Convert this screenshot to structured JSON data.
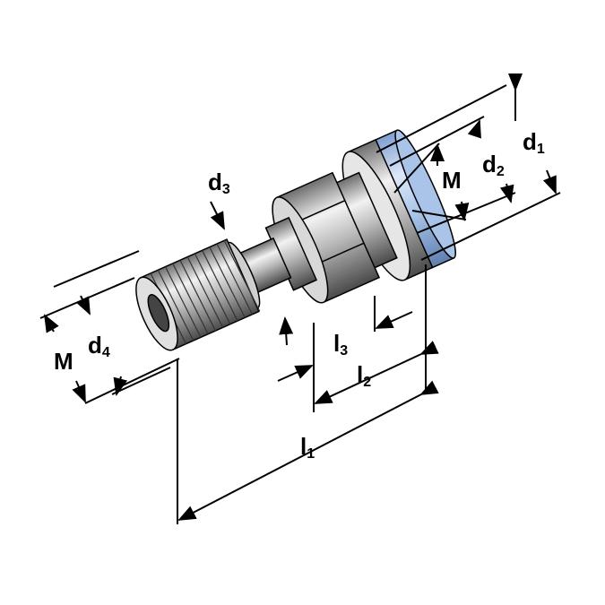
{
  "labels": {
    "d3": {
      "main": "d",
      "sub": "3"
    },
    "M_right": {
      "main": "M",
      "sub": ""
    },
    "d2": {
      "main": "d",
      "sub": "2"
    },
    "d1": {
      "main": "d",
      "sub": "1"
    },
    "M_left": {
      "main": "M",
      "sub": ""
    },
    "d4": {
      "main": "d",
      "sub": "4"
    },
    "l3": {
      "main": "l",
      "sub": "3"
    },
    "l2": {
      "main": "l",
      "sub": "2"
    },
    "l1": {
      "main": "l",
      "sub": "1"
    }
  },
  "colors": {
    "ring": "#a9c4e8",
    "steel": "#b8b8b8",
    "outline": "#000000"
  }
}
